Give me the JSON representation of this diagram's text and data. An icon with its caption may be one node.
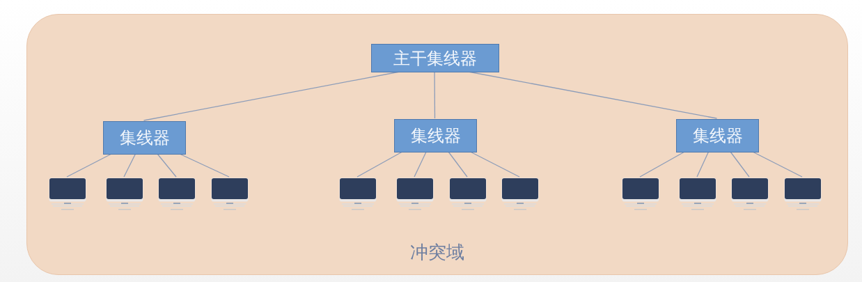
{
  "diagram": {
    "nodes": [
      {
        "text": [
          "冲突域"
        ]
      },
      {
        "text": [
          "主干集线器"
        ],
        "in": 0
      },
      {
        "text": [
          "集线器"
        ],
        "in": 0
      },
      {
        "text": [
          "集线器"
        ],
        "in": 0
      },
      {
        "text": [
          "集线器"
        ],
        "in": 0
      },
      {
        "text": [],
        "shape": "computer",
        "in": 0
      },
      {
        "text": [],
        "shape": "computer",
        "in": 0
      },
      {
        "text": [],
        "shape": "computer",
        "in": 0
      },
      {
        "text": [],
        "shape": "computer",
        "in": 0
      },
      {
        "text": [],
        "shape": "computer",
        "in": 0
      },
      {
        "text": [],
        "shape": "computer",
        "in": 0
      },
      {
        "text": [],
        "shape": "computer",
        "in": 0
      },
      {
        "text": [],
        "shape": "computer",
        "in": 0
      },
      {
        "text": [],
        "shape": "computer",
        "in": 0
      },
      {
        "text": [],
        "shape": "computer",
        "in": 0
      },
      {
        "text": [],
        "shape": "computer",
        "in": 0
      },
      {
        "text": [],
        "shape": "computer",
        "in": 0
      }
    ],
    "edges": [
      {
        "from": 1,
        "to": 2,
        "arrow": "none"
      },
      {
        "from": 1,
        "to": 3,
        "arrow": "none"
      },
      {
        "from": 1,
        "to": 4,
        "arrow": "none"
      },
      {
        "from": 2,
        "to": 5,
        "arrow": "none"
      },
      {
        "from": 2,
        "to": 6,
        "arrow": "none"
      },
      {
        "from": 2,
        "to": 7,
        "arrow": "none"
      },
      {
        "from": 2,
        "to": 8,
        "arrow": "none"
      },
      {
        "from": 3,
        "to": 9,
        "arrow": "none"
      },
      {
        "from": 3,
        "to": 10,
        "arrow": "none"
      },
      {
        "from": 3,
        "to": 11,
        "arrow": "none"
      },
      {
        "from": 3,
        "to": 12,
        "arrow": "none"
      },
      {
        "from": 4,
        "to": 13,
        "arrow": "none"
      },
      {
        "from": 4,
        "to": 14,
        "arrow": "none"
      },
      {
        "from": 4,
        "to": 15,
        "arrow": "none"
      },
      {
        "from": 4,
        "to": 16,
        "arrow": "none"
      }
    ]
  }
}
